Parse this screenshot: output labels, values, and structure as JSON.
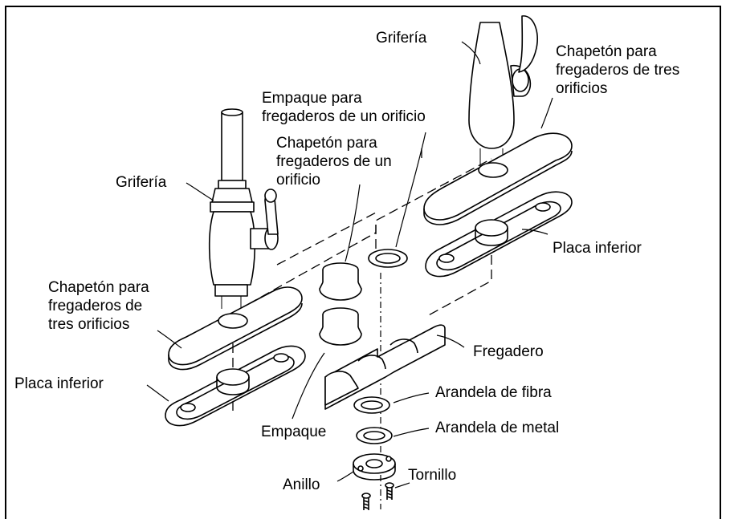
{
  "labels": {
    "faucet_right": "Grifería",
    "escutcheon_three_right": "Chapetón para\nfregaderos de tres\norificios",
    "gasket_single": "Empaque para\nfregaderos de un orificio",
    "escutcheon_single": "Chapetón para\nfregaderos de un\norificio",
    "faucet_left": "Grifería",
    "base_plate_right": "Placa inferior",
    "escutcheon_three_left": "Chapetón para\nfregaderos de\ntres orificios",
    "sink": "Fregadero",
    "base_plate_left": "Placa inferior",
    "fiber_washer": "Arandela de fibra",
    "gasket": "Empaque",
    "metal_washer": "Arandela de metal",
    "ring": "Anillo",
    "screw": "Tornillo"
  }
}
